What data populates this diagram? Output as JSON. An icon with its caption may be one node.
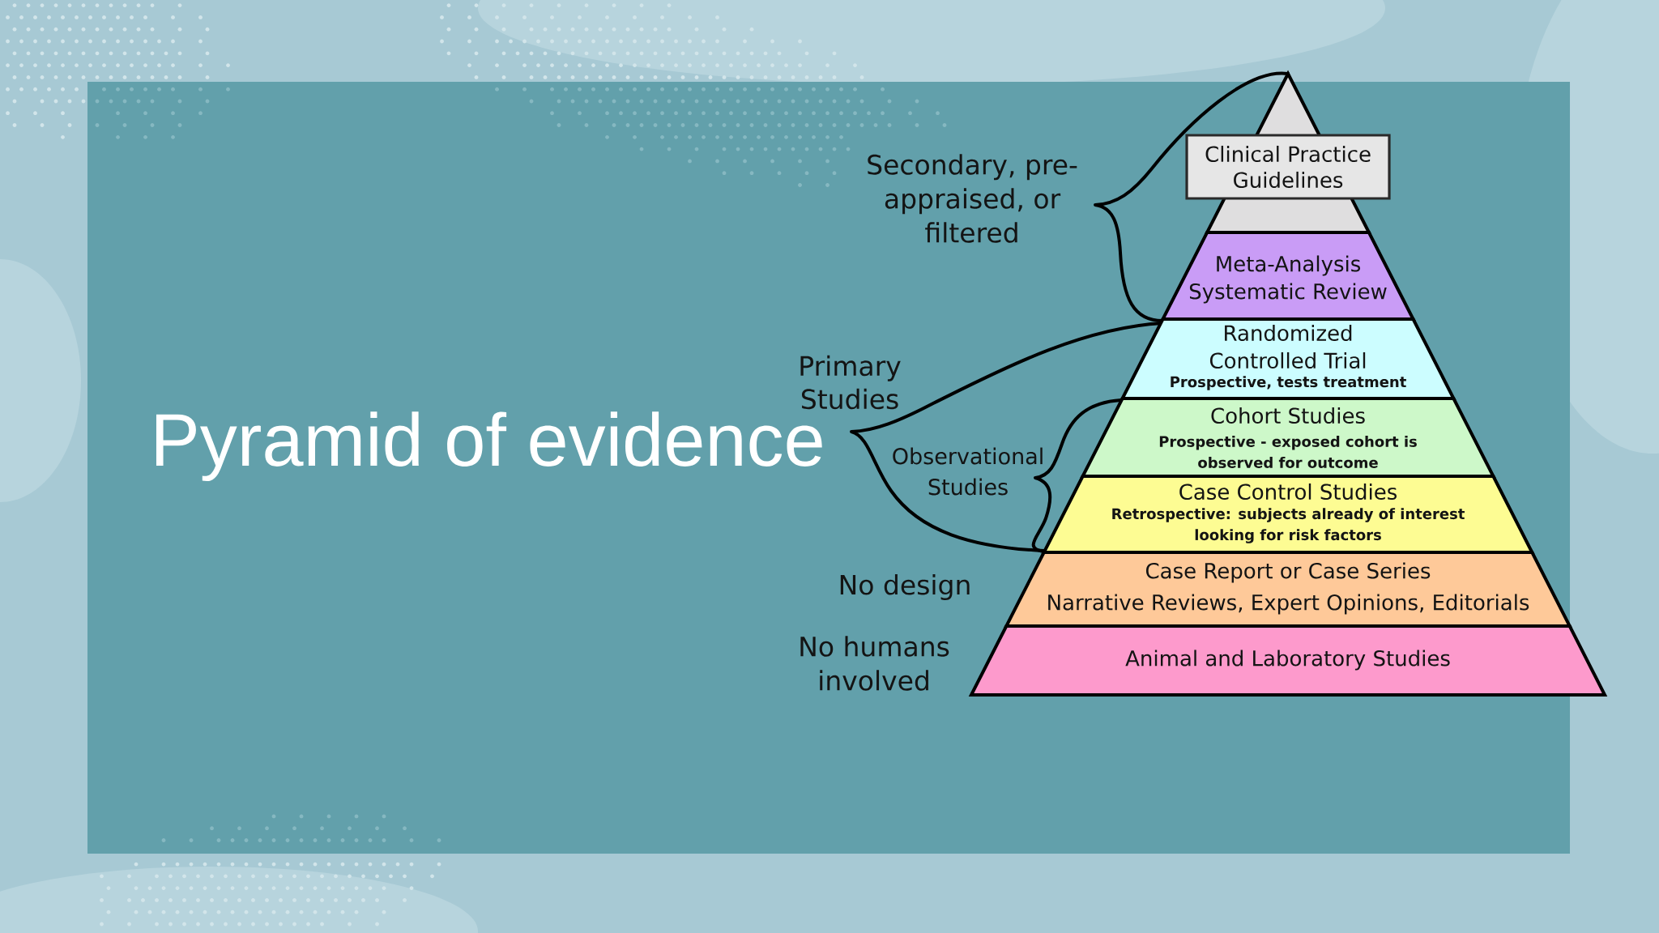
{
  "diagram": {
    "title": "Pyramid of evidence",
    "nodes": [
      {
        "text": [],
        "shape": "triangle"
      },
      {
        "text": [
          "Clinical Practice Guidelines"
        ]
      },
      {
        "text": [
          "Meta-Analysis",
          "Systematic Review"
        ]
      },
      {
        "text": [
          "Randomized Controlled Trial",
          "Prospective, tests treatment"
        ]
      },
      {
        "text": [
          "Cohort Studies",
          "Prospective - exposed cohort is observed for outcome"
        ]
      },
      {
        "text": [
          "Case Control Studies",
          "Retrospective: subjects already of interest looking for risk factors"
        ]
      },
      {
        "text": [
          "Case Report or Case Series",
          "Narrative Reviews, Expert Opinions, Editorials"
        ],
        "beside": [
          "No design"
        ]
      },
      {
        "text": [
          "Animal and Laboratory Studies"
        ],
        "beside": [
          "No humans involved"
        ]
      }
    ],
    "labels": [
      "Secondary, pre-appraised, or filtered",
      "Primary Studies",
      "Observational Studies"
    ]
  }
}
